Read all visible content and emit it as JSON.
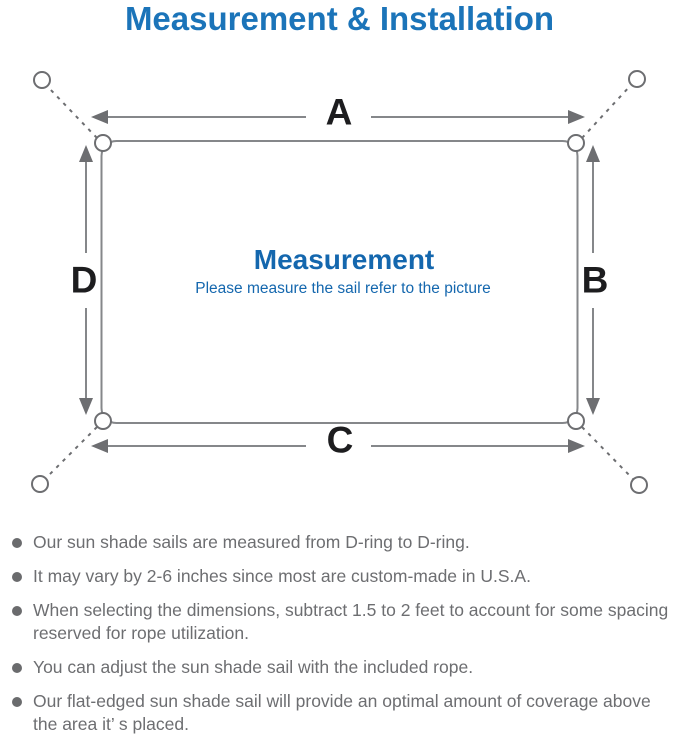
{
  "title": "Measurement & Installation",
  "diagram": {
    "center_title": "Measurement",
    "center_subtitle": "Please measure the sail refer to the picture",
    "edge_labels": {
      "top": "A",
      "right": "B",
      "bottom": "C",
      "left": "D"
    },
    "colors": {
      "title_blue": "#1b74b9",
      "center_text_blue": "#1467ae",
      "line_gray": "#85878a",
      "arrow_gray": "#6d6e71",
      "label_black": "#1d1d1f",
      "note_gray": "#6d6e71"
    }
  },
  "notes": [
    "Our sun shade sails are measured from D-ring to D-ring.",
    "It may vary by 2-6 inches since most are custom-made in U.S.A.",
    "When selecting the dimensions, subtract 1.5 to 2 feet to account for some spacing reserved for rope utilization.",
    "You can adjust the sun shade sail with the included rope.",
    "Our flat-edged sun shade sail will provide an optimal amount of coverage above the area it’ s placed."
  ]
}
